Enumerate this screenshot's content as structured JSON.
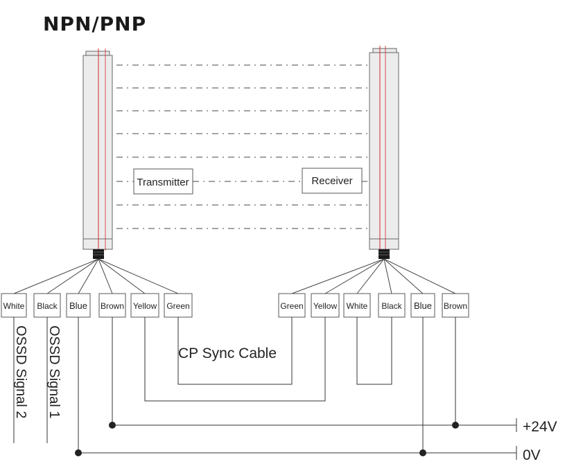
{
  "title": "NPN/PNP",
  "transmitter_label": "Transmitter",
  "receiver_label": "Receiver",
  "sync_cable_label": "CP Sync Cable",
  "transmitter_wires": [
    "White",
    "Black",
    "Blue",
    "Brown",
    "Yellow",
    "Green"
  ],
  "receiver_wires": [
    "Green",
    "Yellow",
    "White",
    "Black",
    "Blue",
    "Brown"
  ],
  "ossd2_label": "OSSD Signal 2",
  "ossd1_label": "OSSD Signal 1",
  "plus24_label": "+24V",
  "zero_label": "0V"
}
